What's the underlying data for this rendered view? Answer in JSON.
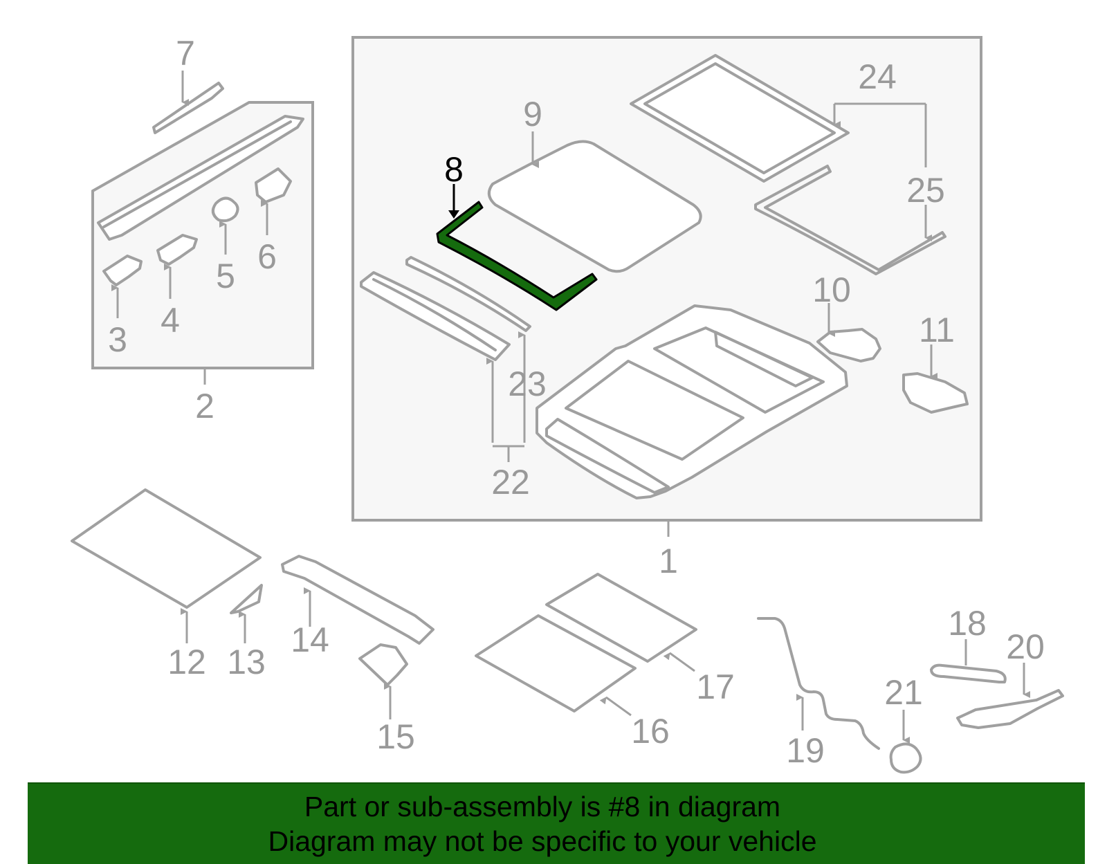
{
  "diagram": {
    "highlight_color": "#156b0e",
    "line_color": "#a0a0a0",
    "highlighted_callout": "8",
    "callouts": {
      "c1": "1",
      "c2": "2",
      "c3": "3",
      "c4": "4",
      "c5": "5",
      "c6": "6",
      "c7": "7",
      "c8": "8",
      "c9": "9",
      "c10": "10",
      "c11": "11",
      "c12": "12",
      "c13": "13",
      "c14": "14",
      "c15": "15",
      "c16": "16",
      "c17": "17",
      "c18": "18",
      "c19": "19",
      "c20": "20",
      "c21": "21",
      "c22": "22",
      "c23": "23",
      "c24": "24",
      "c25": "25"
    }
  },
  "banner": {
    "line1": "Part or sub-assembly is #8 in diagram",
    "line2": "Diagram may not be specific to your vehicle",
    "background": "#156b0e"
  }
}
